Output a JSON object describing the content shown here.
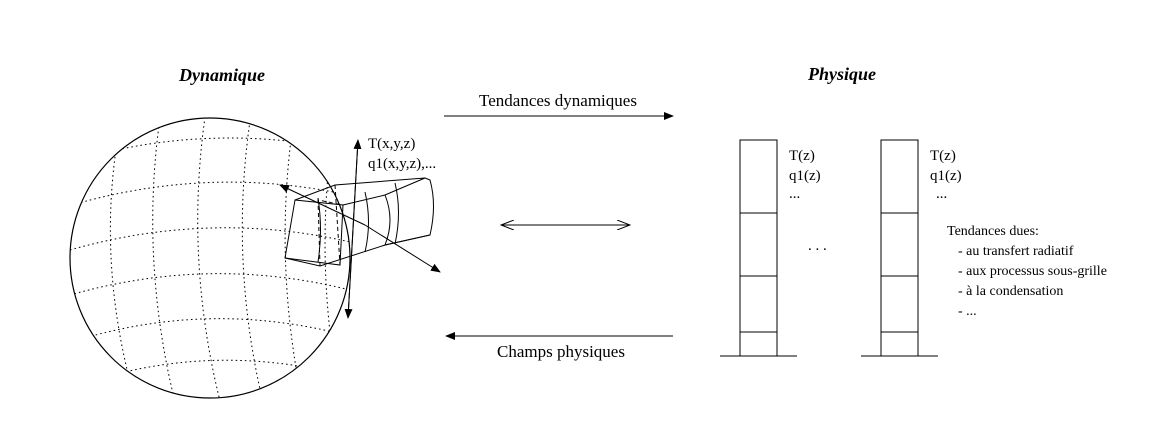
{
  "dynamics": {
    "title": "Dynamique",
    "field_T": "T(x,y,z)",
    "field_q": "q1(x,y,z),..."
  },
  "physics": {
    "title": "Physique",
    "column1": {
      "T": "T(z)",
      "q": "q1(z)",
      "more": "..."
    },
    "column2": {
      "T": "T(z)",
      "q": "q1(z)",
      "more": "..."
    },
    "between_columns": ". . .",
    "tendencies": {
      "heading": "Tendances dues:",
      "items": [
        "- au transfert radiatif",
        "- aux processus sous-grille",
        "- à la condensation",
        "- ..."
      ]
    }
  },
  "arrows": {
    "top_label": "Tendances dynamiques",
    "bottom_label": "Champs physiques"
  }
}
